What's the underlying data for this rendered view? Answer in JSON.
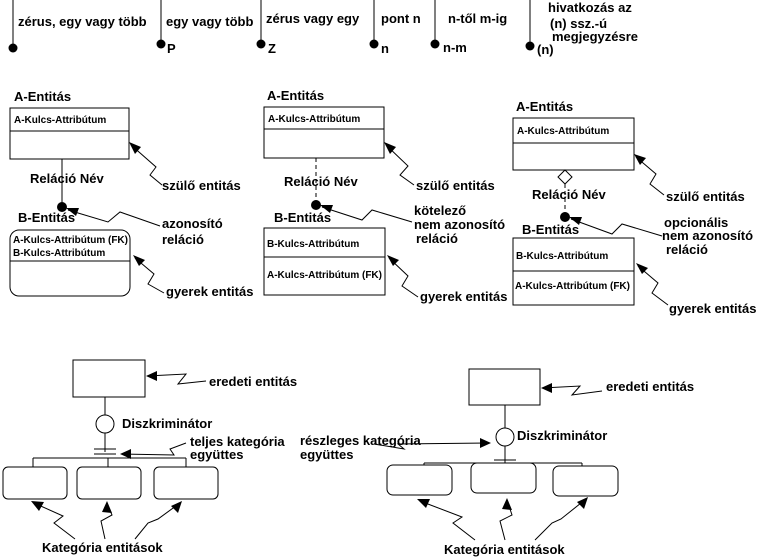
{
  "legend": [
    {
      "label": "zérus, egy vagy több",
      "symbol": ""
    },
    {
      "label": "egy vagy több",
      "symbol": "P"
    },
    {
      "label": "zérus vagy egy",
      "symbol": "Z"
    },
    {
      "label": "pont n",
      "symbol": "n"
    },
    {
      "label": "n-től m-ig",
      "symbol": "n-m"
    },
    {
      "label_lines": [
        "hivatkozás az",
        "(n) ssz.-ú",
        "megjegyzésre"
      ],
      "symbol": "(n)"
    }
  ],
  "rel1": {
    "parent_title": "A-Entitás",
    "parent_key": "A-Kulcs-Attribútum",
    "relation_name": "Reláció Név",
    "child_title": "B-Entitás",
    "child_keys": [
      "A-Kulcs-Attribútum (FK)",
      "B-Kulcs-Attribútum"
    ],
    "note_parent": "szülő entitás",
    "note_relation": [
      "azonosító",
      "reláció"
    ],
    "note_child": "gyerek entitás"
  },
  "rel2": {
    "parent_title": "A-Entitás",
    "parent_key": "A-Kulcs-Attribútum",
    "relation_name": "Reláció Név",
    "child_title": "B-Entitás",
    "child_key": "B-Kulcs-Attribútum",
    "child_attr": "A-Kulcs-Attribútum (FK)",
    "note_parent": "szülő entitás",
    "note_relation": [
      "kötelező",
      "nem azonosító",
      "reláció"
    ],
    "note_child": "gyerek entitás"
  },
  "rel3": {
    "parent_title": "A-Entitás",
    "parent_key": "A-Kulcs-Attribútum",
    "relation_name": "Reláció Név",
    "child_title": "B-Entitás",
    "child_key": "B-Kulcs-Attribútum",
    "child_attr": "A-Kulcs-Attribútum (FK)",
    "note_parent": "szülő entitás",
    "note_relation": [
      "opcionális",
      "nem azonosító",
      "reláció"
    ],
    "note_child": "gyerek entitás"
  },
  "cat1": {
    "original": "eredeti entitás",
    "discriminator": "Diszkriminátor",
    "note_full": [
      "teljes kategória",
      "együttes"
    ],
    "note_partial": [
      "részleges kategória",
      "együttes"
    ],
    "categories": "Kategória entitások"
  },
  "cat2": {
    "original": "eredeti entitás",
    "discriminator": "Diszkriminátor",
    "categories": "Kategória entitások"
  }
}
